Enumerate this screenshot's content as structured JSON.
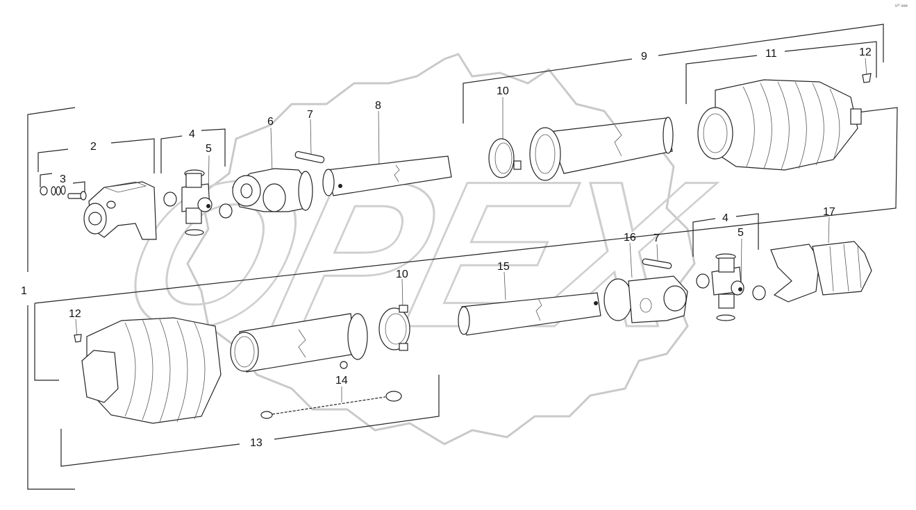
{
  "watermark": "OPEX",
  "corner_code": "s²² see",
  "callouts": {
    "c1": "1",
    "c2": "2",
    "c3": "3",
    "c4a": "4",
    "c5a": "5",
    "c6": "6",
    "c7a": "7",
    "c8": "8",
    "c9": "9",
    "c10a": "10",
    "c11": "11",
    "c12a": "12",
    "c4b": "4",
    "c5b": "5",
    "c7b": "7",
    "c16": "16",
    "c17": "17",
    "c15": "15",
    "c10b": "10",
    "c12b": "12",
    "c14": "14",
    "c13": "13"
  }
}
